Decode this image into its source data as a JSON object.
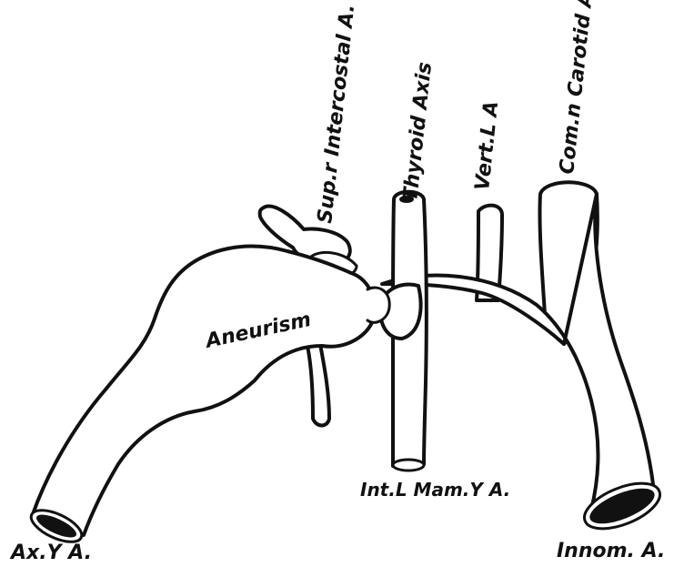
{
  "diagram": {
    "labels": {
      "axillary": "Ax.Y A.",
      "innominate": "Innom. A.",
      "aneurism": "Aneurism",
      "intercostal": "Sup.r Intercostal A.",
      "thyroid": "Thyroid Axis",
      "vertebral": "Vert.L A",
      "carotid": "Com.n Carotid A.",
      "mammary": "Int.L Mam.Y A."
    },
    "colors": {
      "ink": "#111111",
      "paper": "#ffffff"
    }
  }
}
